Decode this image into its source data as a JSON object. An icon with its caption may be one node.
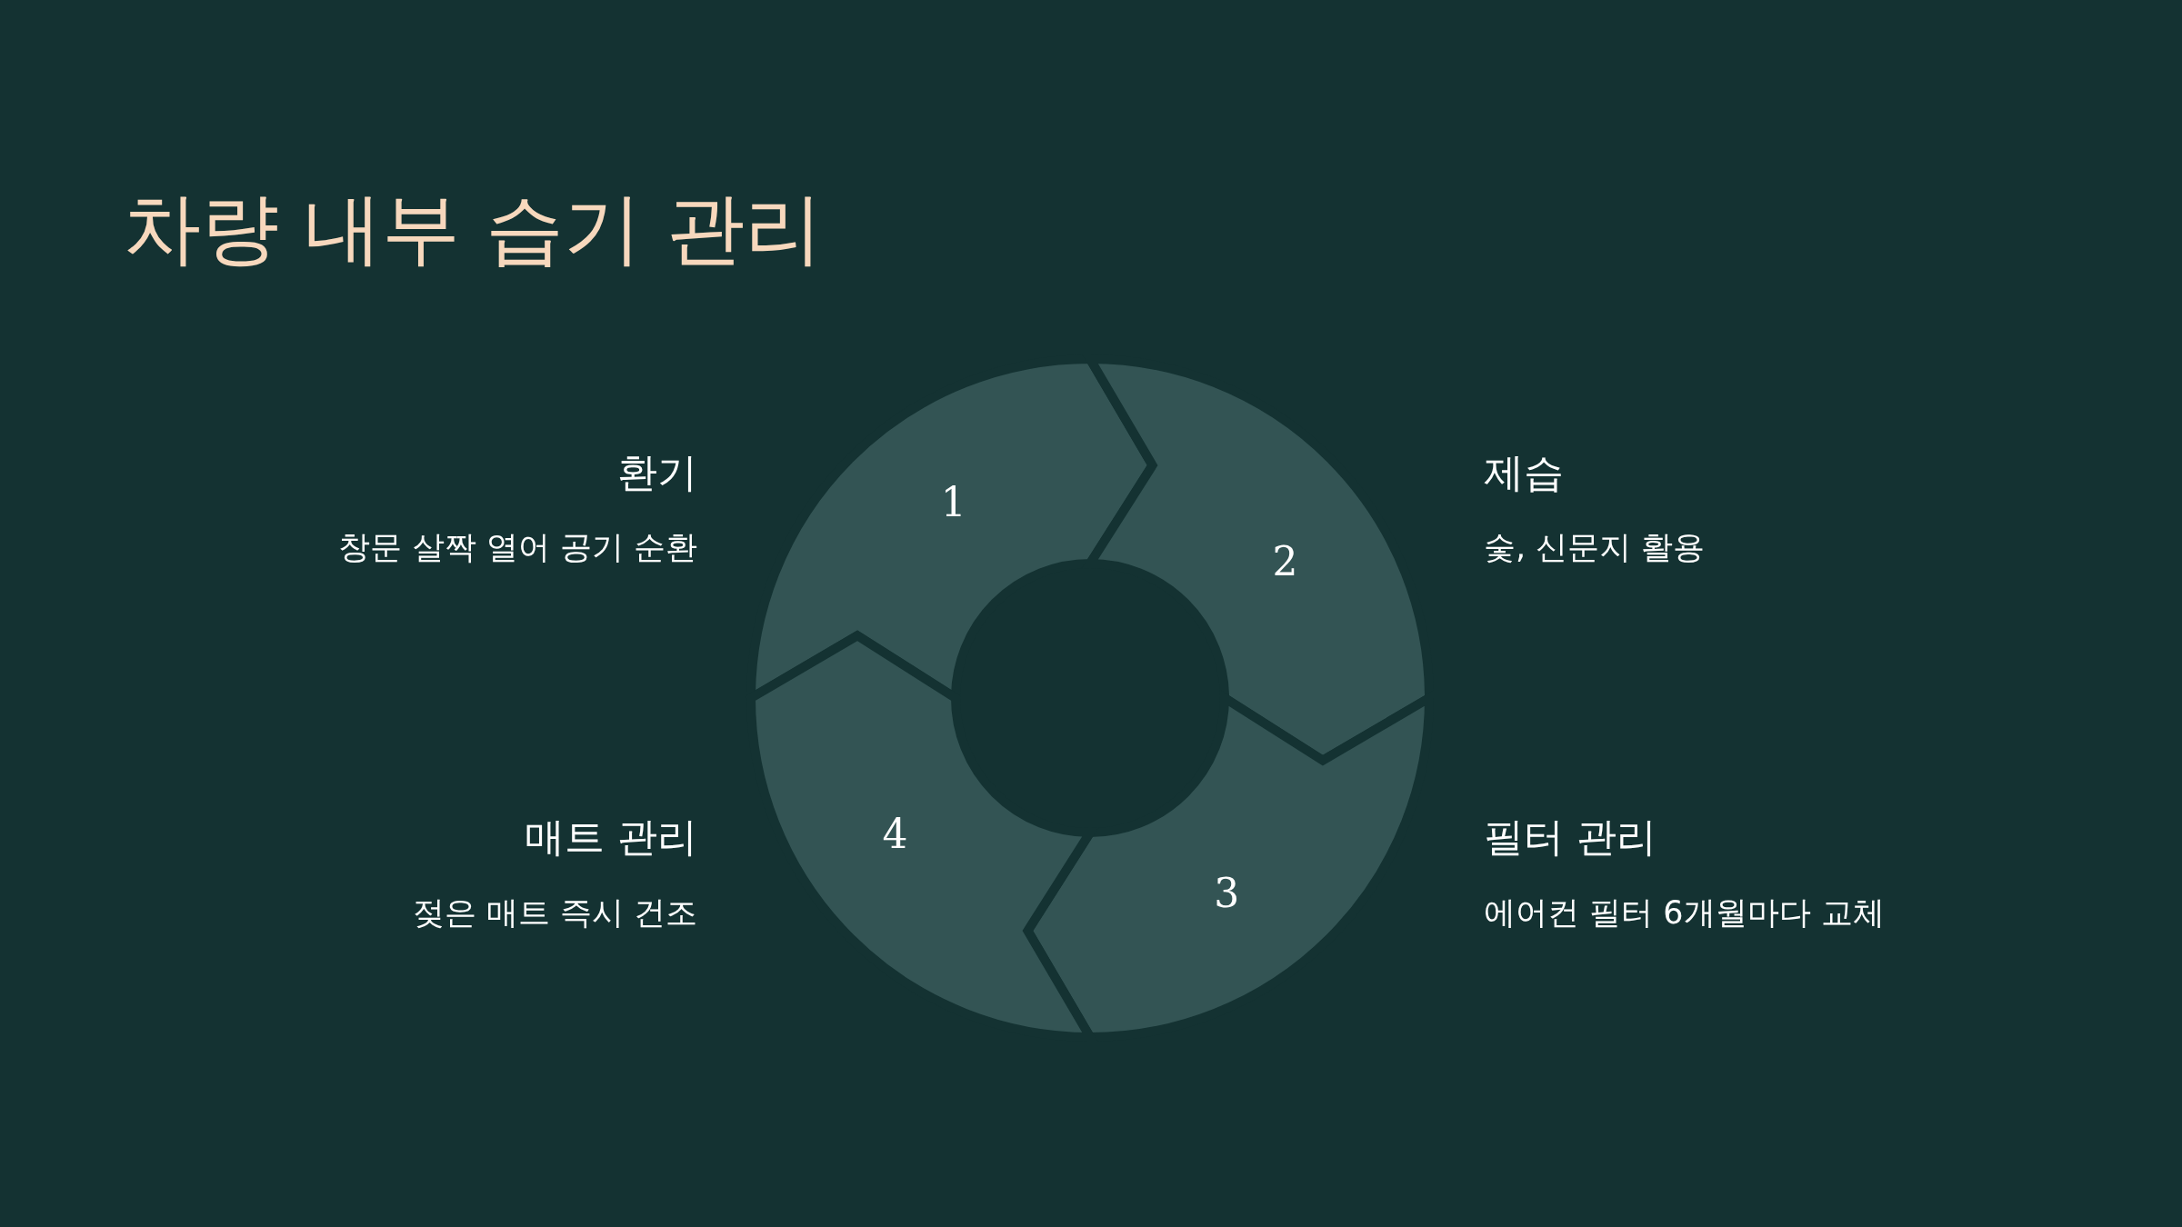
{
  "diagram": {
    "title": "차량 내부 습기 관리",
    "nodes": [
      {
        "text": [
          "1"
        ],
        "beside": [
          "환기",
          "창문 살짝 열어 공기 순환"
        ]
      },
      {
        "text": [
          "2"
        ],
        "beside": [
          "제습",
          "숯, 신문지 활용"
        ]
      },
      {
        "text": [
          "3"
        ],
        "beside": [
          "필터 관리",
          "에어컨 필터 6개월마다 교체"
        ]
      },
      {
        "text": [
          "4"
        ],
        "beside": [
          "매트 관리",
          "젖은 매트 즉시 건조"
        ]
      }
    ]
  }
}
